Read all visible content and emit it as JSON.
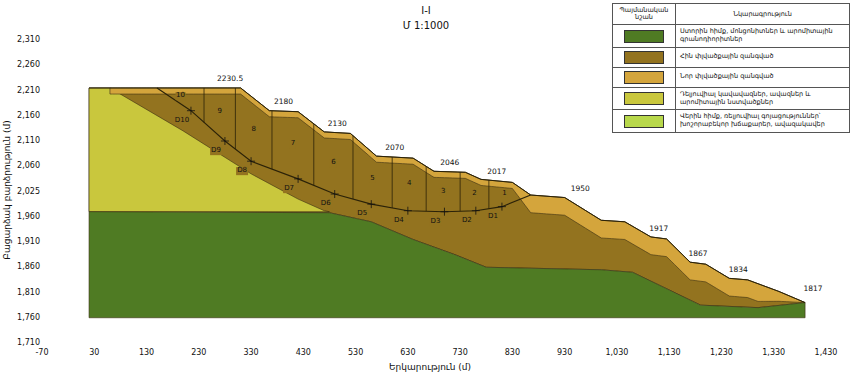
{
  "diagram": {
    "title": "I-I",
    "labels": [
      "Մ 1:1000",
      "Բացարձակ բարձրություն (մ)",
      "Երկարություն (մ)",
      "2,310",
      "2,260",
      "2,210",
      "2,160",
      "2,110",
      "2,060",
      "2,025",
      "1,960",
      "1,910",
      "1,860",
      "1,810",
      "1,760",
      "1,710",
      "-70",
      "30",
      "130",
      "230",
      "330",
      "430",
      "530",
      "630",
      "730",
      "830",
      "930",
      "1,030",
      "1,130",
      "1,230",
      "1,330",
      "1,430",
      "2230.5",
      "2180",
      "2130",
      "2070",
      "2046",
      "2017",
      "1950",
      "1917",
      "1867",
      "1834",
      "1817",
      "1",
      "2",
      "3",
      "4",
      "5",
      "6",
      "7",
      "8",
      "9",
      "10",
      "D1",
      "D2",
      "D3",
      "D4",
      "D5",
      "D6",
      "D7",
      "D8",
      "D9",
      "D10",
      "Պայմանական նշան",
      "Նկարագրություն"
    ],
    "legend": [
      {
        "text": "Ստորին հիմք, մոնցոնիտներ և արոմիտային գրանոդիորիտներ",
        "color": "#4f7b23"
      },
      {
        "text": "Հին փլվածքային զանգված",
        "color": "#93731f"
      },
      {
        "text": "Նոր փլվածքային զանգված",
        "color": "#d4a53c"
      },
      {
        "text": "Դելյուվիալ կավավազներ, ավազներ և արոմիտային նստվածքներ",
        "color": "#c9c73d"
      },
      {
        "text": "Վերին հիմք, ռելյուվիալ գոյացություններ՝ խոշորաբեկոր խճաքարեր, ավազակավեր",
        "color": "#b8d84b"
      }
    ]
  }
}
